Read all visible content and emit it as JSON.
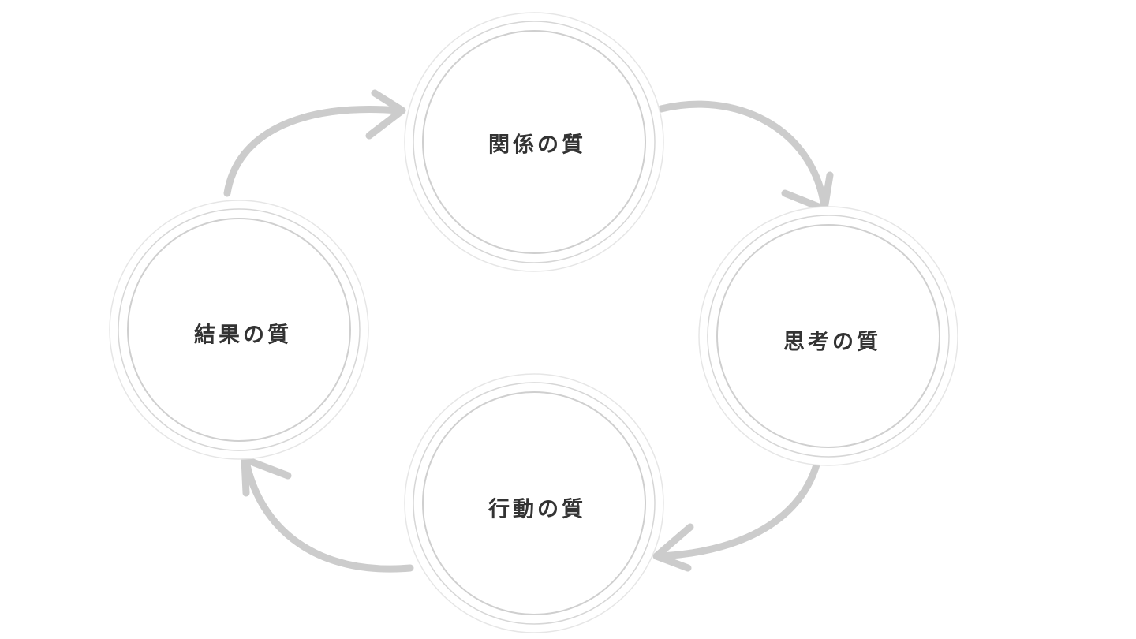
{
  "nodes": [
    {
      "label": "関係の質"
    },
    {
      "label": "思考の質"
    },
    {
      "label": "行動の質"
    },
    {
      "label": "結果の質"
    }
  ],
  "colors": {
    "arrow": "#cccccc",
    "ring": "#d6d6d6",
    "text": "#333333"
  }
}
